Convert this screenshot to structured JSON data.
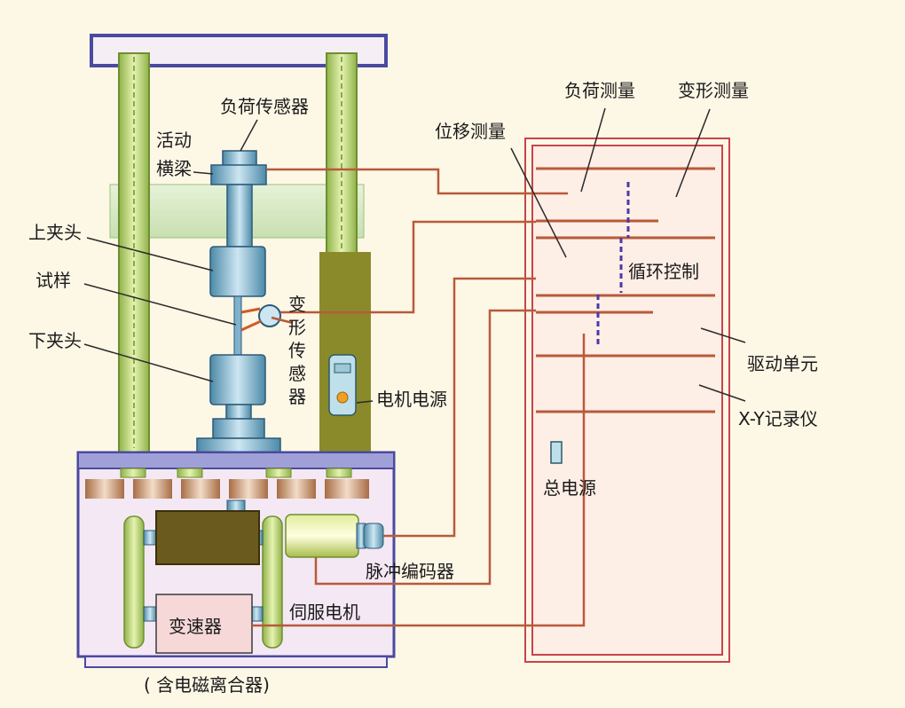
{
  "labels": {
    "load_sensor": "负荷传感器",
    "crosshead_1": "活动",
    "crosshead_2": "横梁",
    "upper_clamp": "上夹头",
    "specimen": "试样",
    "lower_clamp": "下夹头",
    "deform_sensor": "变形传感器",
    "motor_power": "电机电源",
    "pulse_encoder": "脉冲编码器",
    "gearbox": "变速器",
    "servo_motor": "伺服电机",
    "clutch_note": "( 含电磁离合器)",
    "load_measure": "负荷测量",
    "deform_measure": "变形测量",
    "disp_measure": "位移测量",
    "cycle_control": "循环控制",
    "drive_unit": "驱动单元",
    "xy_recorder": "X-Y记录仪",
    "main_power": "总电源"
  },
  "colors": {
    "background": "#fdf7e6",
    "column": "#c8e08a",
    "frame": "#4a4aa0",
    "wire": "#b85a3a",
    "cabinet": "#c8444a",
    "machine_body": "#f2e6f2",
    "motor_body": "#6b5a1e",
    "post": "#8a8a2a"
  }
}
